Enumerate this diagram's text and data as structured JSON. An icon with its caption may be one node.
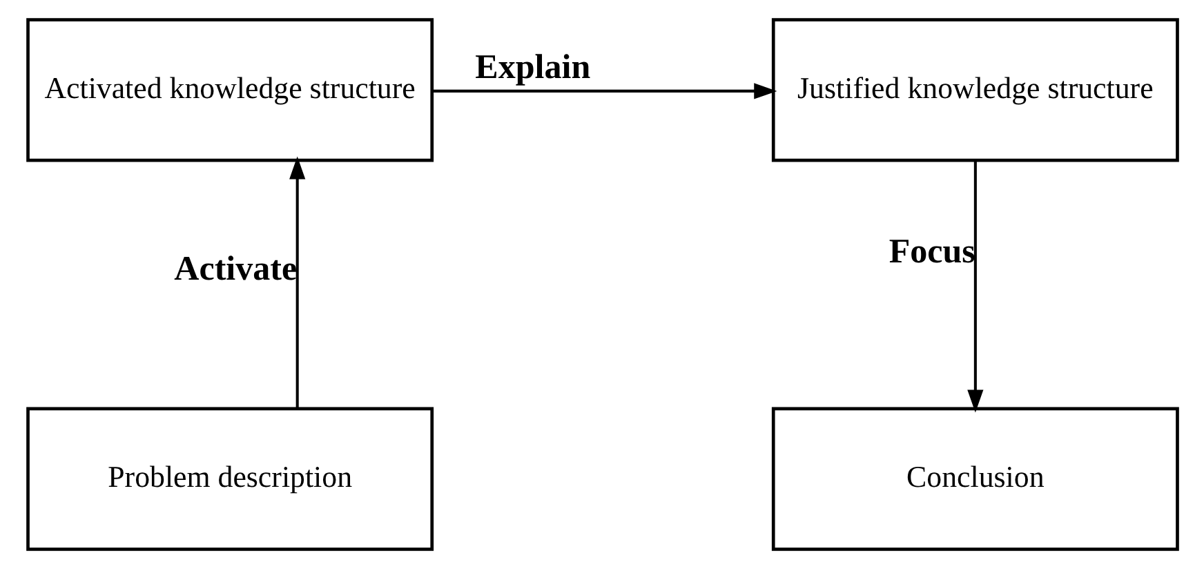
{
  "diagram": {
    "nodes": [
      {
        "text": [
          "Activated knowledge structure"
        ]
      },
      {
        "text": [
          "Justified knowledge structure"
        ]
      },
      {
        "text": [
          "Problem description"
        ]
      },
      {
        "text": [
          "Conclusion"
        ]
      }
    ],
    "edges": [
      {
        "from": 2,
        "to": 0,
        "arrow": "to",
        "label": "Activate"
      },
      {
        "from": 0,
        "to": 1,
        "arrow": "to",
        "label": "Explain"
      },
      {
        "from": 1,
        "to": 3,
        "arrow": "to",
        "label": "Focus"
      }
    ]
  }
}
